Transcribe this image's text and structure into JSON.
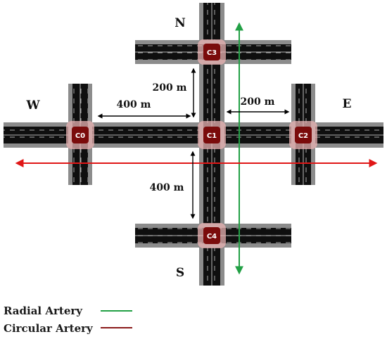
{
  "directions": {
    "north": "N",
    "south": "S",
    "west": "W",
    "east": "E"
  },
  "intersections": [
    "C0",
    "C1",
    "C2",
    "C3",
    "C4"
  ],
  "distances": {
    "c0_c1": "400 m",
    "c1_c3": "200 m",
    "c1_c2": "200 m",
    "c1_c4": "400 m"
  },
  "legend": [
    {
      "label": "Radial Artery",
      "color": "#22a045"
    },
    {
      "label": "Circular Artery",
      "color": "#8b1c1c"
    }
  ],
  "colors": {
    "road_shoulder": "#8c8c8c",
    "road_surface": "#0f0f0f",
    "intersection": "#7a0b0b",
    "radial_arrow": "#22a045",
    "circular_arrow": "#e01616",
    "distance_arrow": "#000000"
  }
}
